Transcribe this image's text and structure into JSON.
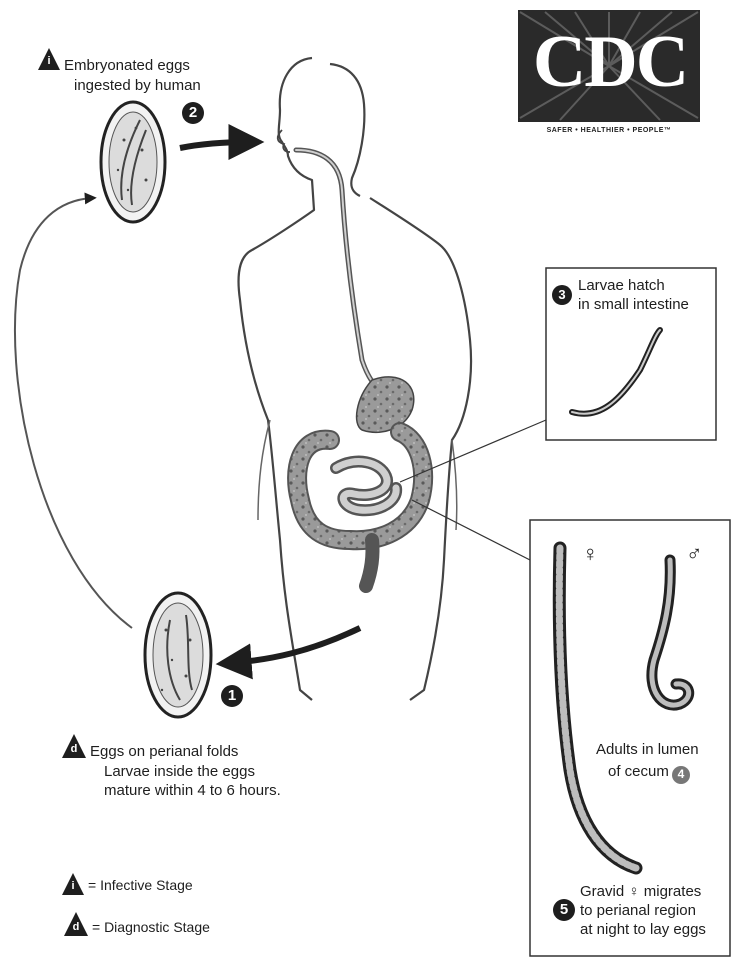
{
  "logo": {
    "text": "CDC",
    "tagline": "SAFER • HEALTHIER • PEOPLE™"
  },
  "stages": [
    {
      "number": "1",
      "lines": [
        "Eggs on perianal folds",
        "Larvae inside the eggs",
        "mature within 4 to 6 hours."
      ]
    },
    {
      "number": "2",
      "lines": [
        "Embryonated eggs",
        "ingested by human"
      ]
    },
    {
      "number": "3",
      "lines": [
        "Larvae hatch",
        "in small intestine"
      ]
    },
    {
      "number": "4",
      "lines": [
        "Adults in lumen",
        "of cecum"
      ]
    },
    {
      "number": "5",
      "lines": [
        "Gravid ♀ migrates",
        "to perianal region",
        "at night to lay eggs"
      ]
    }
  ],
  "sex_symbols": {
    "female": "♀",
    "male": "♂"
  },
  "stage_markers": {
    "infective": "i",
    "diagnostic": "d"
  },
  "legend": {
    "infective": "= Infective Stage",
    "diagnostic": "= Diagnostic Stage"
  },
  "colors": {
    "ink": "#1e1e1e",
    "gut": "#8c8c8c",
    "paper": "#ffffff"
  }
}
